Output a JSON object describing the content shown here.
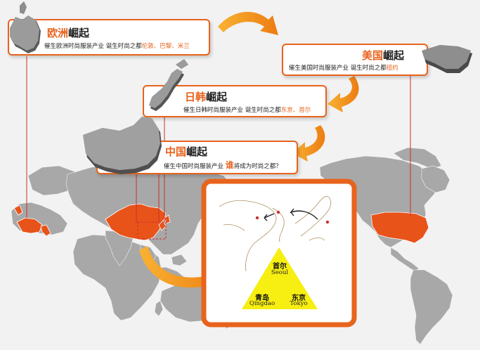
{
  "cards": {
    "europe": {
      "title_highlight": "欧洲",
      "title_rest": "崛起",
      "desc_prefix": "催生欧洲时尚服装产业 诞生时尚之都",
      "desc_cities": "伦敦、巴黎、米兰"
    },
    "usa": {
      "title_highlight": "美国",
      "title_rest": "崛起",
      "desc_prefix": "催生美国时尚服装产业 诞生时尚之都",
      "desc_cities": "纽约"
    },
    "japan_korea": {
      "title_highlight": "日韩",
      "title_rest": "崛起",
      "desc_prefix": "催生日韩时尚服装产业 诞生时尚之都",
      "desc_cities": "东京、首尔"
    },
    "china": {
      "title_highlight": "中国",
      "title_rest": "崛起",
      "desc_prefix": "催生中国时尚服装产业 ",
      "desc_emph": "谁",
      "desc_suffix": "将成为时尚之都？"
    }
  },
  "triangle": {
    "seoul": {
      "cn": "首尔",
      "en": "Seoul"
    },
    "qingdao": {
      "cn": "青岛",
      "en": "Qingdao"
    },
    "tokyo": {
      "cn": "东京",
      "en": "Tokyo"
    }
  },
  "colors": {
    "accent": "#e8631c",
    "map_gray": "#a6a6a6",
    "triangle_yellow": "#f7ee12",
    "leader_line": "#c9302c"
  }
}
